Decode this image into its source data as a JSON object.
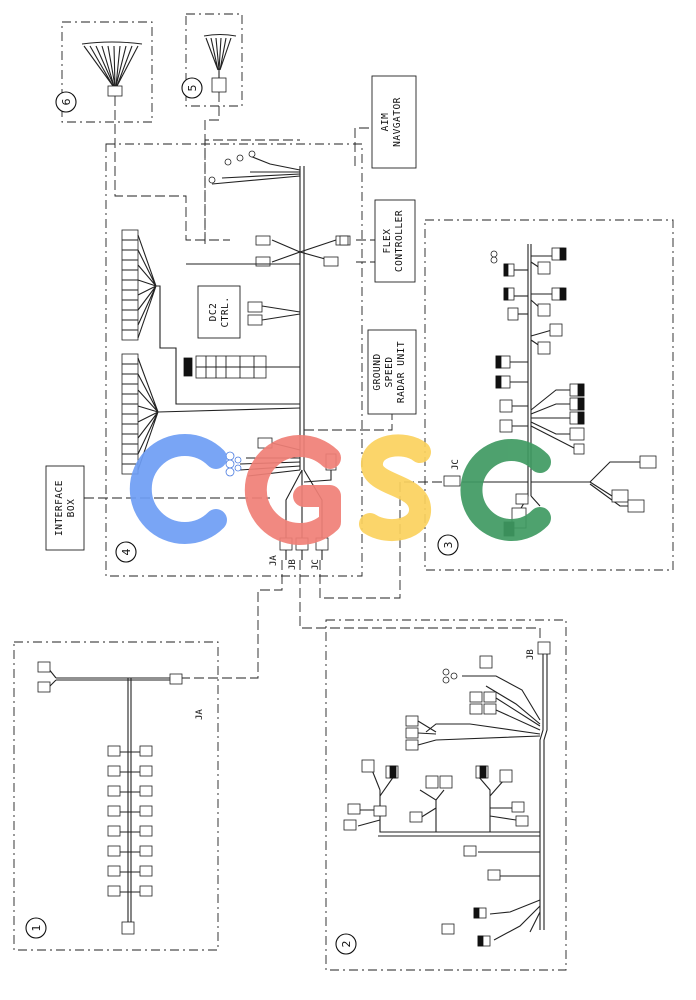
{
  "labels": {
    "aim_navigator": [
      "AIM",
      "NAVGATOR"
    ],
    "flex_controller": [
      "FLEX",
      "CONTROLLER"
    ],
    "dc2_ctrl": [
      "DC2",
      "CTRL."
    ],
    "ground_speed": [
      "GROUND",
      "SPEED",
      "RADAR UNIT"
    ],
    "interface_box": [
      "INTERFACE",
      "BOX"
    ]
  },
  "junctions": {
    "ja": "JA",
    "jb": "JB",
    "jc": "JC",
    "ja_left": "JA",
    "jb_right": "JB",
    "jc_right": "JC"
  },
  "section_numbers": {
    "s1": "1",
    "s2": "2",
    "s3": "3",
    "s4": "4",
    "s5": "5",
    "s6": "6"
  },
  "watermark": {
    "text": "CGSC",
    "colors": [
      "#6e9ef5",
      "#f08077",
      "#fbd25e",
      "#3f9a62"
    ]
  }
}
